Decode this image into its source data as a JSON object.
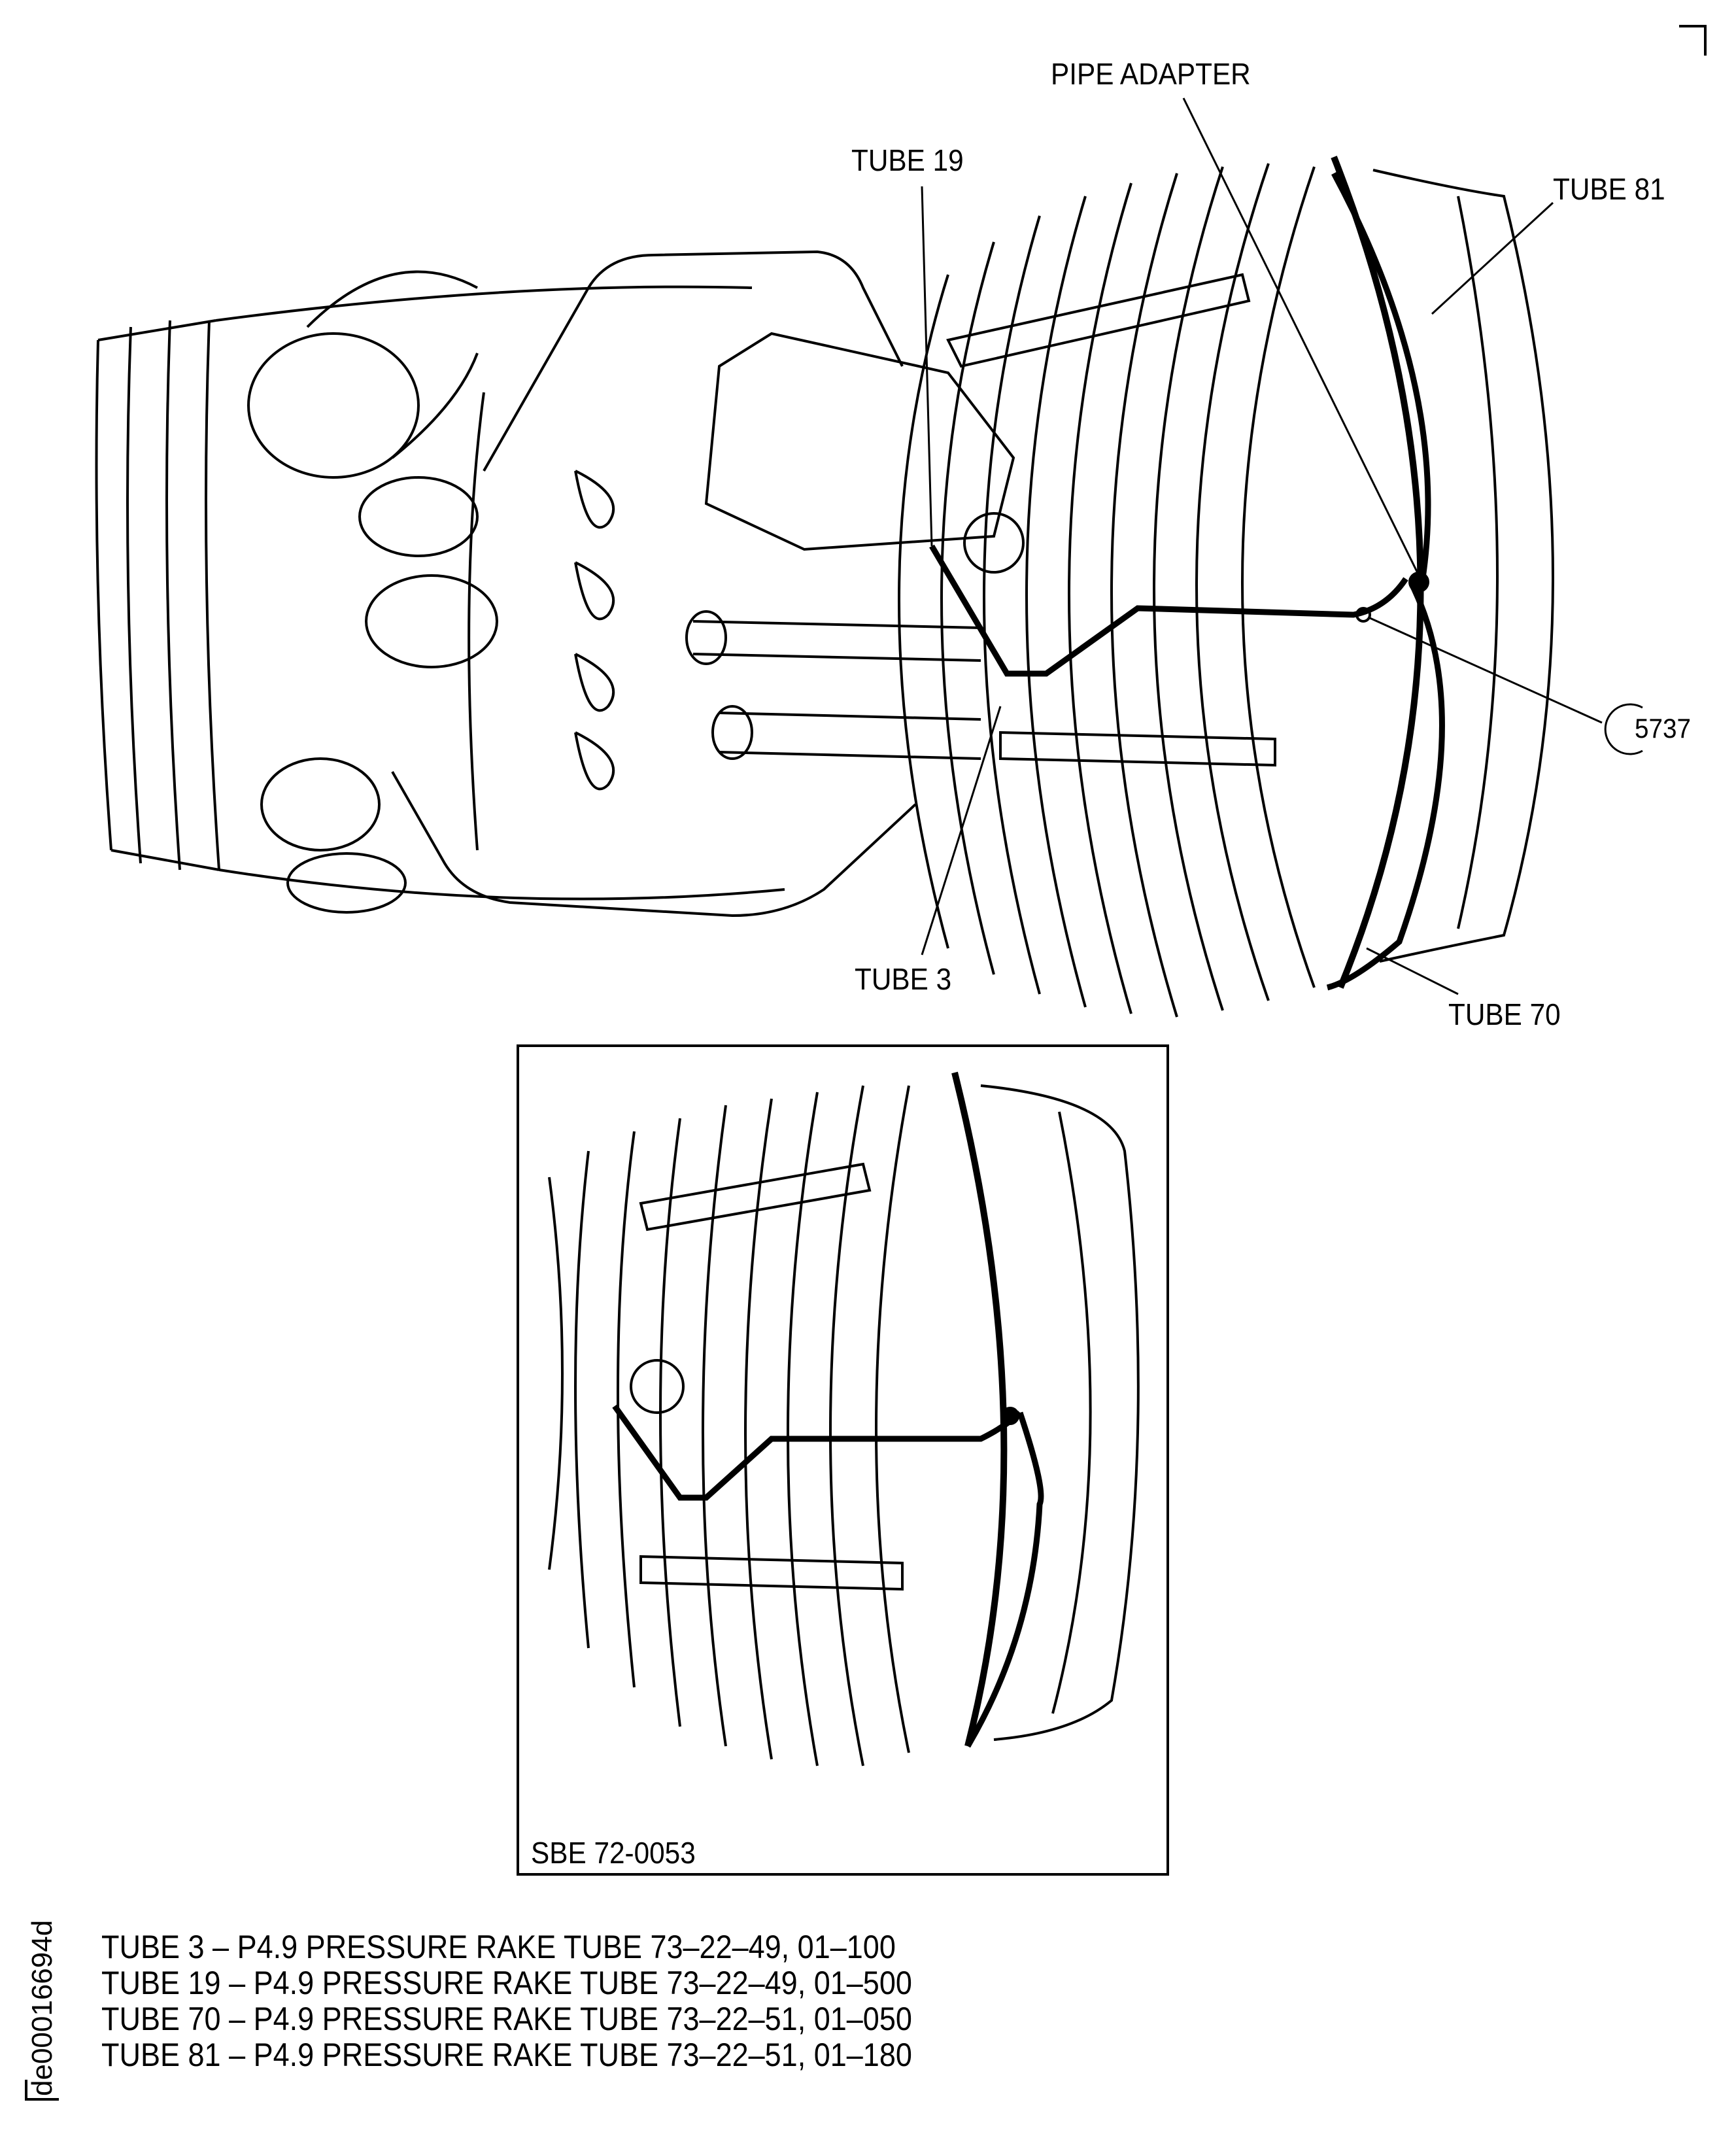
{
  "main_view": {
    "callouts": {
      "pipe_adapter": "PIPE ADAPTER",
      "tube_19": "TUBE 19",
      "tube_81": "TUBE 81",
      "tube_3": "TUBE 3",
      "tube_70": "TUBE 70",
      "reference_circle": "5737"
    }
  },
  "inset": {
    "label": "SBE 72-0053"
  },
  "legend": [
    "TUBE 3 – P4.9 PRESSURE RAKE TUBE 73–22–49, 01–100",
    "TUBE 19 – P4.9 PRESSURE RAKE TUBE 73–22–49, 01–500",
    "TUBE 70 – P4.9 PRESSURE RAKE TUBE 73–22–51, 01–050",
    "TUBE 81 – P4.9 PRESSURE RAKE TUBE 73–22–51, 01–180"
  ],
  "figure_id": "de00016694d",
  "colors": {
    "line": "#000000",
    "background": "#ffffff"
  }
}
